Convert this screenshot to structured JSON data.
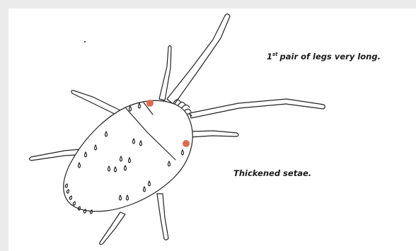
{
  "annotations": {
    "legs_number": "1",
    "legs_suffix": "st",
    "legs_text": "pair of legs very long.",
    "setae_text": "Thickened setae."
  },
  "colors": {
    "outline": "#222222",
    "marker": "#e06a4c",
    "background": "#ffffff"
  }
}
